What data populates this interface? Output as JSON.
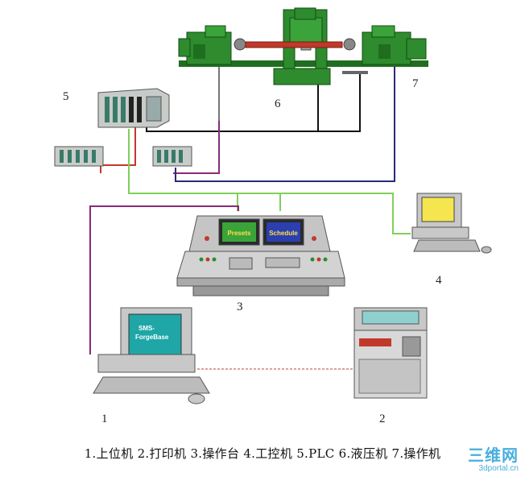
{
  "labels": {
    "host_pc": "1",
    "printer": "2",
    "console": "3",
    "ipc": "4",
    "plc": "5",
    "press": "6",
    "manipulator": "7"
  },
  "console_screens": {
    "left": "Presets",
    "right": "Schedule"
  },
  "host_screen": {
    "line1": "SMS-",
    "line2": "ForgeBase"
  },
  "caption": "1.上位机  2.打印机  3.操作台  4.工控机  5.PLC 6.液压机  7.操作机",
  "watermark": {
    "main": "三维网",
    "sub": "3dportal.cn"
  },
  "colors": {
    "machine_green": "#2e8b2e",
    "green_line": "#7fd05a",
    "purple_line": "#8a2a7a",
    "navy_line": "#2a2a7a",
    "black_line": "#111111",
    "red_line": "#c0392b"
  }
}
